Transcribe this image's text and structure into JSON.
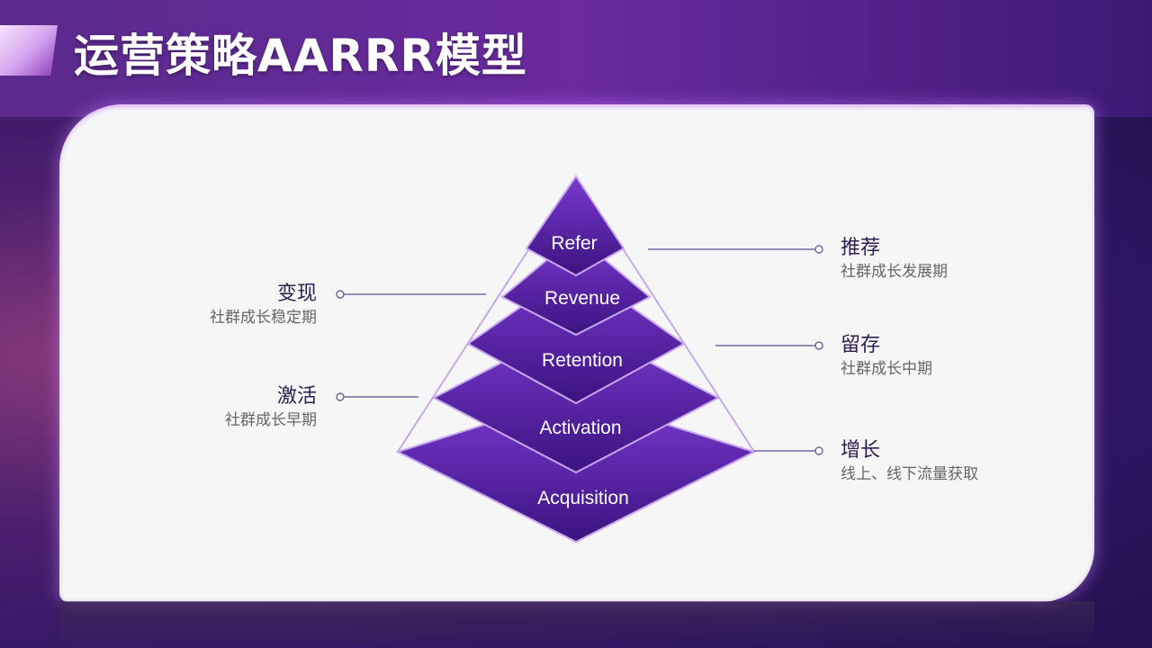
{
  "title": "运营策略AARRR模型",
  "layers": [
    {
      "label": "Refer"
    },
    {
      "label": "Revenue"
    },
    {
      "label": "Retention"
    },
    {
      "label": "Activation"
    },
    {
      "label": "Acquisition"
    }
  ],
  "annotations": {
    "refer": {
      "title": "推荐",
      "subtitle": "社群成长发展期"
    },
    "revenue": {
      "title": "变现",
      "subtitle": "社群成长稳定期"
    },
    "retention": {
      "title": "留存",
      "subtitle": "社群成长中期"
    },
    "activation": {
      "title": "激活",
      "subtitle": "社群成长早期"
    },
    "acquisition": {
      "title": "增长",
      "subtitle": "线上、线下流量获取"
    }
  },
  "colors": {
    "accent": "#5b1ea8",
    "accent_dark": "#3b1380",
    "connector": "#5a4a8a",
    "outline": "#c7a8ee"
  }
}
